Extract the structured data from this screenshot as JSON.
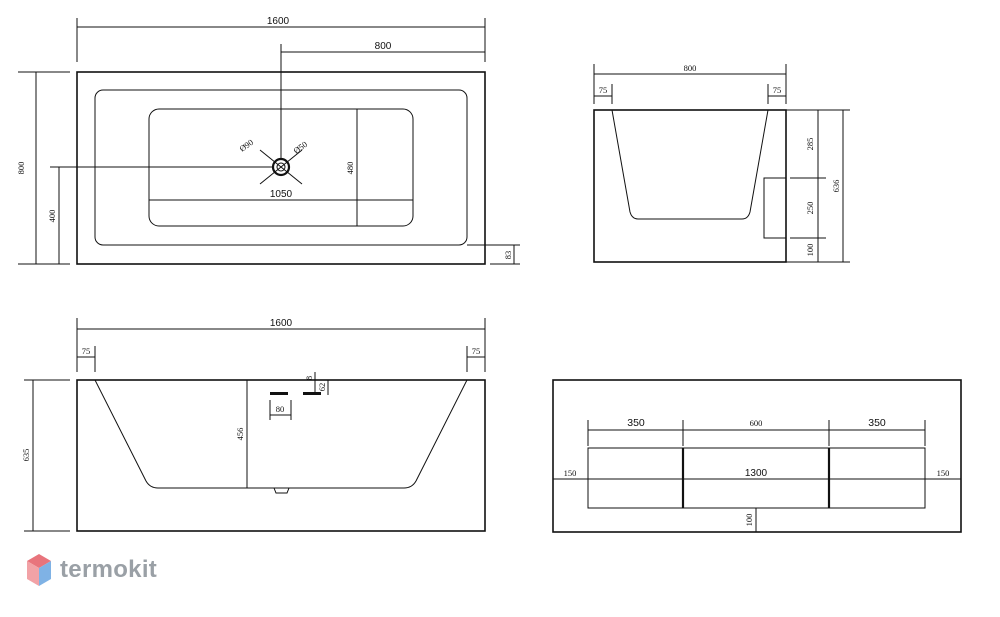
{
  "top_view": {
    "overall_length": "1600",
    "half_length": "800",
    "overall_width": "800",
    "drain_offset": "400",
    "inner_length": "1050",
    "inner_width": "480",
    "drain_dia_1": "Ø90",
    "drain_dia_2": "Ø50",
    "rim_edge": "83"
  },
  "end_view": {
    "width": "800",
    "rim_left": "75",
    "rim_right": "75",
    "height": "636",
    "seg_top": "285",
    "seg_mid": "250",
    "seg_bot": "100"
  },
  "side_view": {
    "length": "1600",
    "rim_left": "75",
    "rim_right": "75",
    "height": "635",
    "depth": "456",
    "overflow_w": "80",
    "overflow_h1": "8",
    "overflow_h2": "62"
  },
  "base_view": {
    "seg_left": "350",
    "seg_mid": "600",
    "seg_right": "350",
    "inner_length": "1300",
    "margin_left": "150",
    "margin_right": "150",
    "margin_bottom": "100"
  },
  "logo": {
    "text": "termokit",
    "colors": [
      "#e8747c",
      "#7fb2e5",
      "#c9d3df"
    ]
  }
}
